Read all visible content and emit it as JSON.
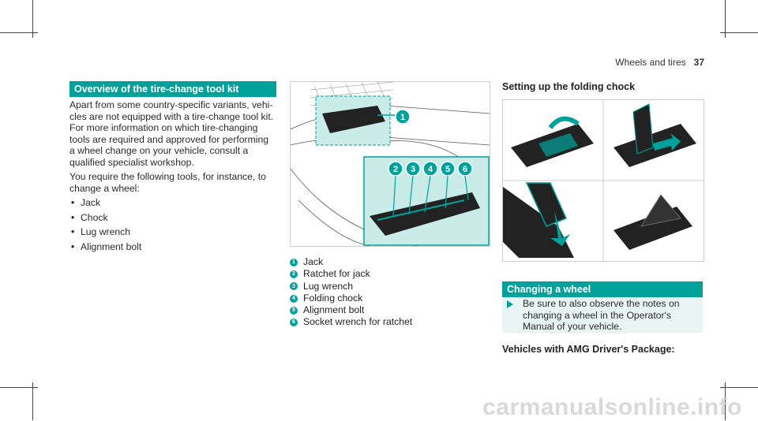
{
  "header": {
    "section": "Wheels and tires",
    "page": "37"
  },
  "overview": {
    "title": "Overview of the tire-change tool kit",
    "paragraphs": [
      "Apart from some country-specific variants, vehi­cles are not equipped with a tire-change tool kit. For more information on which tire-changing tools are required and approved for performing a wheel change on your vehicle, consult a qualified specialist workshop.",
      "You require the following tools, for instance, to change a wheel:"
    ],
    "tools": [
      "Jack",
      "Chock",
      "Lug wrench",
      "Alignment bolt"
    ]
  },
  "figure_legend": [
    {
      "num": "1",
      "label": "Jack"
    },
    {
      "num": "2",
      "label": "Ratchet for jack"
    },
    {
      "num": "3",
      "label": "Lug wrench"
    },
    {
      "num": "4",
      "label": "Folding chock"
    },
    {
      "num": "5",
      "label": "Alignment bolt"
    },
    {
      "num": "6",
      "label": "Socket wrench for ratchet"
    }
  ],
  "chock_section": {
    "title": "Setting up the folding chock"
  },
  "changing": {
    "title": "Changing a wheel",
    "note": "Be sure to also observe the notes on chang­ing a wheel in the Operator's Manual of your vehicle.",
    "subheading": "Vehicles with AMG Driver's Package:"
  },
  "watermark": "carmanualsonline.info",
  "colors": {
    "accent": "#00a19b",
    "note_bg": "#e8f5f4"
  }
}
